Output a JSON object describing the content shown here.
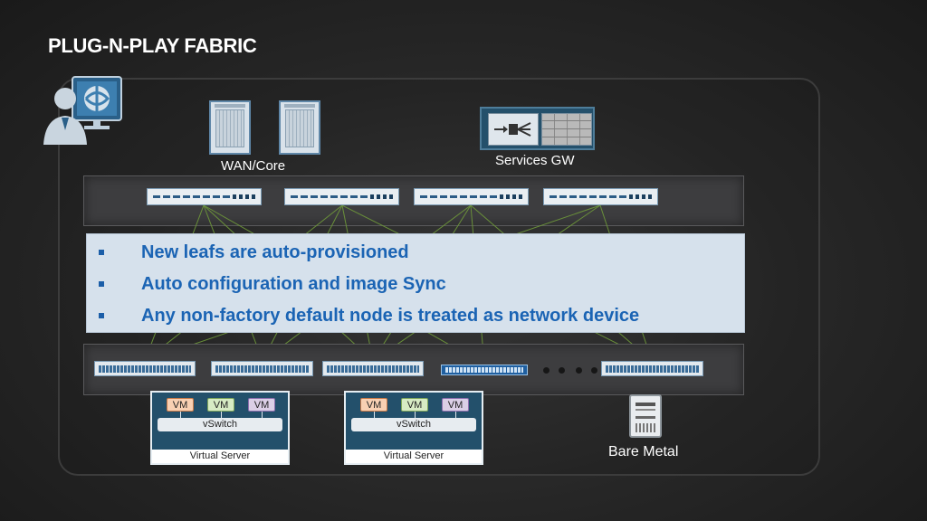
{
  "title": "PLUG-N-PLAY FABRIC",
  "core": {
    "label": "WAN/Core"
  },
  "services": {
    "label": "Services GW"
  },
  "bullets": [
    "New leafs are auto-provisioned",
    "Auto configuration and image Sync",
    "Any  non-factory default node is treated as network device"
  ],
  "servers": [
    {
      "vms": [
        "VM",
        "VM",
        "VM"
      ],
      "vswitch": "vSwitch",
      "label": "Virtual Server"
    },
    {
      "vms": [
        "VM",
        "VM",
        "VM"
      ],
      "vswitch": "vSwitch",
      "label": "Virtual Server"
    }
  ],
  "bare_metal": {
    "label": "Bare Metal"
  },
  "icons": [
    "admin-workstation-icon",
    "core-router-icon",
    "services-gateway-icon",
    "spine-switch-icon",
    "leaf-switch-icon",
    "server-icon"
  ],
  "colors": {
    "accent_text": "#1b64b4",
    "panel_bg": "#d6e1ec",
    "server_bg": "#23506b"
  }
}
